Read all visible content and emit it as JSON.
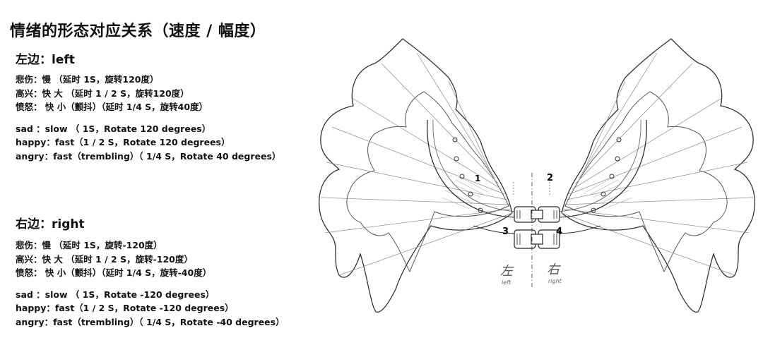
{
  "title": "情绪的形态对应关系（速度 / 幅度）",
  "left": {
    "heading": "左边：left",
    "cn": [
      "悲伤：慢 （延时 1S，旋转120度）",
      "高兴：快 大 （延时 1 / 2 S，旋转120度）",
      "愤怒： 快 小（颤抖）（延时 1/4 S，旋转40度）"
    ],
    "en": [
      "sad    ：slow （ 1S，Rotate 120 degrees）",
      "happy：fast（1 / 2 S，Rotate 120 degrees）",
      "angry：fast（trembling）（ 1/4 S，Rotate 40 degrees）"
    ]
  },
  "right": {
    "heading": "右边：right",
    "cn": [
      "悲伤：慢 （延时 1S，旋转-120度）",
      "高兴：快 大 （延时 1 / 2 S，旋转-120度）",
      "愤怒： 快 小（颤抖）（延时 1/4 S，旋转-40度）"
    ],
    "en": [
      "sad    ：slow （ 1S，Rotate -120 degrees）",
      "happy：fast（1 / 2 S，Rotate -120 degrees）",
      "angry：fast（trembling）（ 1/4 S，Rotate -40 degrees）"
    ]
  },
  "diagram": {
    "labels": [
      "1",
      "2",
      "3",
      "4"
    ],
    "hand_left_cn": "左",
    "hand_left_en": "left",
    "hand_right_cn": "右",
    "hand_right_en": "right"
  }
}
